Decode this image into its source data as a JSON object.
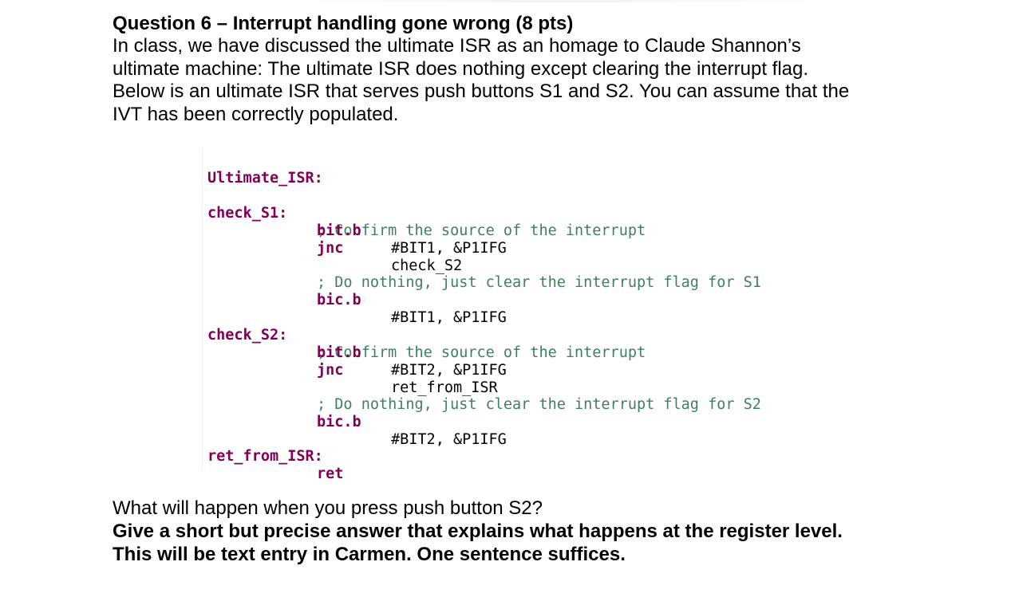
{
  "question": {
    "title": "Question 6 – Interrupt handling gone wrong (8 pts)",
    "paragraph_lines": [
      "In class, we have discussed the ultimate ISR as an homage to Claude Shannon’s",
      "ultimate machine: The ultimate ISR does nothing except clearing the interrupt flag.",
      "Below is an ultimate ISR that serves push buttons S1 and S2. You can assume that the",
      "IVT has been correctly populated."
    ]
  },
  "code": {
    "ultimate_label": "Ultimate_ISR:",
    "check_s1_label": "check_S1:",
    "check_s1_comment": "; Confirm the source of the interrupt",
    "check_s1_bit_mnemonic": "bit.b",
    "check_s1_bit_operand": "#BIT1, &P1IFG",
    "check_s1_jnc_mnemonic": "jnc",
    "check_s1_jnc_operand": "check_S2",
    "s1_clear_comment": "; Do nothing, just clear the interrupt flag for S1",
    "s1_bic_mnemonic": "bic.b",
    "s1_bic_operand": "#BIT1, &P1IFG",
    "check_s2_label": "check_S2:",
    "check_s2_comment": "; Confirm the source of the interrupt",
    "check_s2_bit_mnemonic": "bit.b",
    "check_s2_bit_operand": "#BIT2, &P1IFG",
    "check_s2_jnc_mnemonic": "jnc",
    "check_s2_jnc_operand": "ret_from_ISR",
    "s2_clear_comment": "; Do nothing, just clear the interrupt flag for S2",
    "s2_bic_mnemonic": "bic.b",
    "s2_bic_operand": "#BIT2, &P1IFG",
    "ret_label": "ret_from_ISR:",
    "ret_mnemonic": "ret"
  },
  "footer": {
    "question_line": "What will happen when you press push button S2?",
    "instruction_line_1": "Give a short but precise answer that explains what happens at the register level.",
    "instruction_line_2": "This will be text entry in Carmen. One sentence suffices."
  },
  "colors": {
    "keyword": "#7f0055",
    "comment": "#3f7f5f",
    "text": "#000000"
  }
}
